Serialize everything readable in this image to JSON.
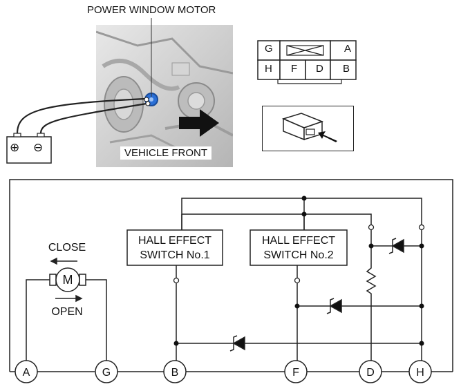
{
  "photo": {
    "title": "POWER WINDOW MOTOR",
    "front_label": "VEHICLE FRONT",
    "battery_plus": "⊕",
    "battery_minus": "⊖"
  },
  "connector": {
    "top_row": [
      "G",
      "",
      "A"
    ],
    "bottom_row": [
      "H",
      "F",
      "D",
      "B"
    ]
  },
  "schematic": {
    "close_label": "CLOSE",
    "open_label": "OPEN",
    "motor_symbol": "M",
    "switch1": [
      "HALL EFFECT",
      "SWITCH No.1"
    ],
    "switch2": [
      "HALL EFFECT",
      "SWITCH No.2"
    ],
    "terminals": [
      "A",
      "G",
      "B",
      "F",
      "D",
      "H"
    ]
  },
  "colors": {
    "line": "#222222",
    "motor_blue": "#2a6fd6",
    "photo_gray": "#c9c9c9"
  }
}
